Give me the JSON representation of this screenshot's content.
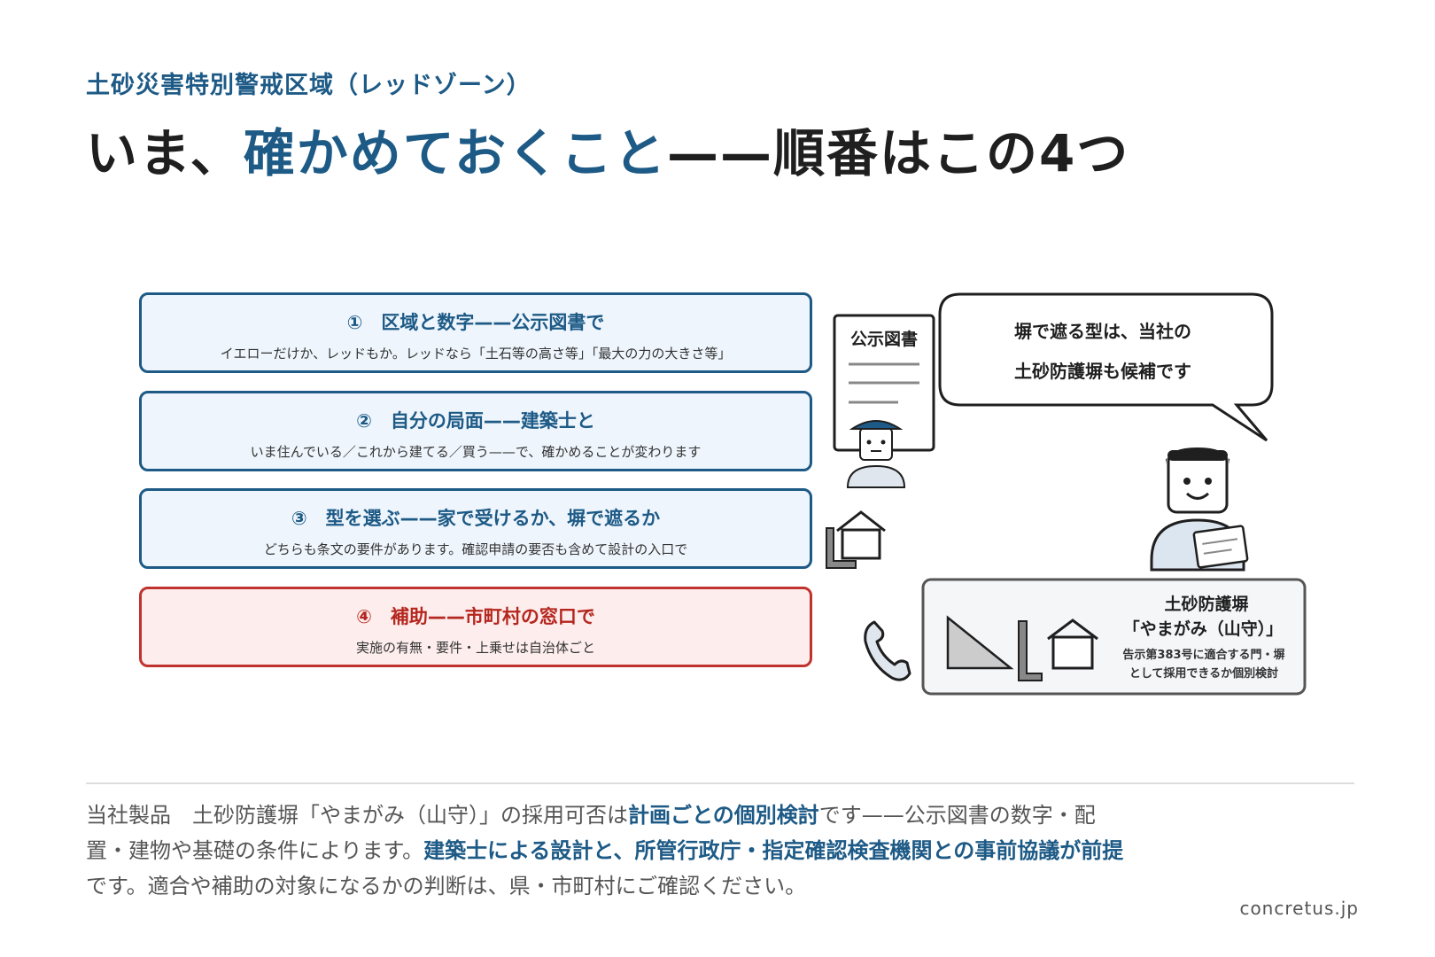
{
  "header": {
    "subtitle": "土砂災害特別警戒区域（レッドゾーン）",
    "title_prefix": "いま、",
    "title_highlight": "確かめておくこと",
    "title_suffix": "——順番はこの4つ"
  },
  "steps": [
    {
      "heading": "①　区域と数字——公示図書で",
      "detail": "イエローだけか、レッドもか。レッドなら「土石等の高さ等」「最大の力の大きさ等」"
    },
    {
      "heading": "②　自分の局面——建築士と",
      "detail": "いま住んでいる／これから建てる／買う——で、確かめることが変わります"
    },
    {
      "heading": "③　型を選ぶ——家で受けるか、塀で遮るか",
      "detail": "どちらも条文の要件があります。確認申請の要否も含めて設計の入口で"
    },
    {
      "heading": "④　補助——市町村の窓口で",
      "detail": "実施の有無・要件・上乗せは自治体ごと"
    }
  ],
  "illustration": {
    "document_label": "公示図書",
    "speech_line1": "塀で遮る型は、当社の",
    "speech_line2": "土砂防護塀も候補です",
    "product_name": "土砂防護塀",
    "product_nickname": "「やまがみ（山守）」",
    "product_note_line1": "告示第383号に適合する門・塀",
    "product_note_line2": "として採用できるか個別検討"
  },
  "footer": {
    "p1": "当社製品　土砂防護塀「やまがみ（山守）」の採用可否は",
    "e1": "計画ごとの個別検討",
    "p2": "です——公示図書の数字・配置・建物や基礎の条件によります。",
    "e2": "建築士による設計と、所管行政庁・指定確認検査機関との事前協議が前提",
    "p3": "です。適合や補助の対象になるかの判断は、県・市町村にご確認ください。"
  },
  "credit": "concretus.jp",
  "colors": {
    "accent": "#1d5a86",
    "danger": "#c0322d",
    "step_bg": "#eef5fc",
    "danger_bg": "#fdeded"
  }
}
